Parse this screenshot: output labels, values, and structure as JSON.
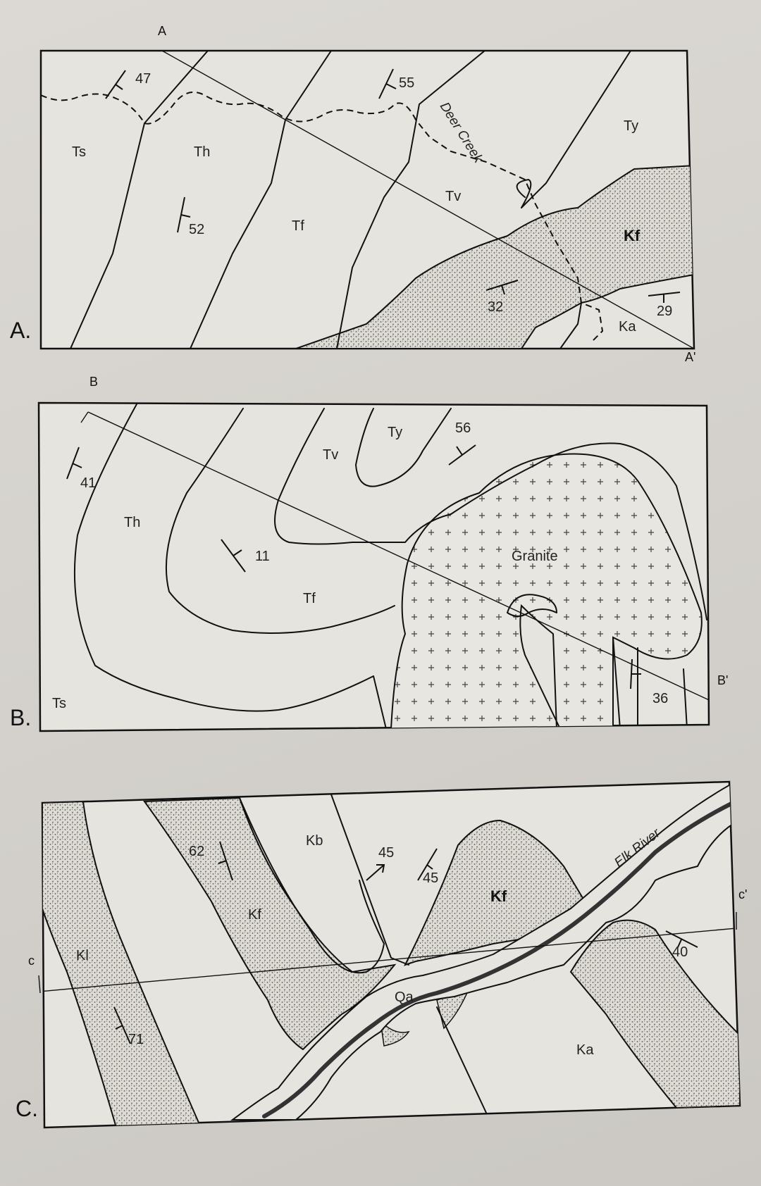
{
  "panels": [
    {
      "marker": "A.",
      "section_start": "A",
      "section_end": "A'",
      "units": [
        "Ts",
        "Th",
        "Tf",
        "Tv",
        "Ty",
        "Kf",
        "Ka"
      ],
      "dips": [
        "47",
        "55",
        "52",
        "32",
        "29"
      ],
      "feature": "Deer Creek"
    },
    {
      "marker": "B.",
      "section_start": "B",
      "section_end": "B'",
      "units": [
        "Ts",
        "Th",
        "Tf",
        "Tv",
        "Ty",
        "Granite"
      ],
      "dips": [
        "41",
        "56",
        "11",
        "36"
      ]
    },
    {
      "marker": "C.",
      "section_start": "c",
      "section_end": "c'",
      "units": [
        "Kl",
        "Kf",
        "Kb",
        "Kf",
        "Qa",
        "Ka"
      ],
      "dips": [
        "62",
        "45",
        "45",
        "71",
        "40"
      ],
      "feature": "Elk River"
    }
  ],
  "colors": {
    "paper": "#e6e4df",
    "line": "#111111",
    "stipple": "#555555"
  }
}
